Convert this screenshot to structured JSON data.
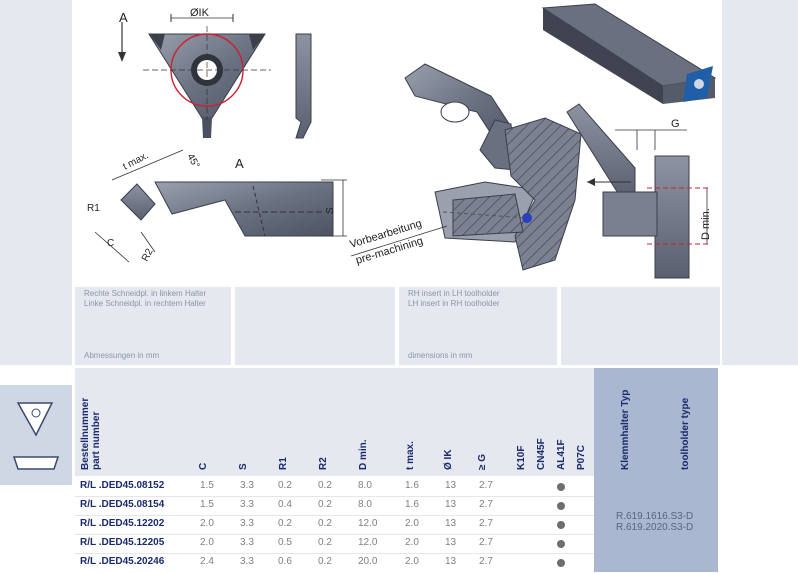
{
  "drawing": {
    "view_label_top": "A",
    "view_label_side": "A",
    "dia_label": "ØIK",
    "t_max": "t max.",
    "angle": "45°",
    "r1": "R1",
    "r2": "R2",
    "c": "C",
    "s": "S",
    "g": "G",
    "d_min": "D min.",
    "pre_de": "Vorbearbeitung",
    "pre_en": "pre-machining"
  },
  "captions": {
    "de_line1": "Rechte Schneidpl. in linkem Halter",
    "de_line2": "Linke Schneidpl. in rechtem Halter",
    "de_dims": "Abmessungen in mm",
    "en_line1": "RH insert in LH toolholder",
    "en_line2": "LH insert in RH toolholder",
    "en_dims": "dimensions in mm"
  },
  "table": {
    "part_de": "Bestellnummer",
    "part_en": "part number",
    "columns": [
      "C",
      "S",
      "R1",
      "R2",
      "D min.",
      "t max.",
      "Ø IK",
      "≥ G"
    ],
    "grades": [
      "K10F",
      "CN45F",
      "AL41F",
      "P07C"
    ],
    "holder_de": "Klemmhalter Typ",
    "holder_en": "toolholder type",
    "rows": [
      {
        "part": "R/L .DED45.08152",
        "C": "1.5",
        "S": "3.3",
        "R1": "0.2",
        "R2": "0.2",
        "D": "8.0",
        "t": "1.6",
        "IK": "13",
        "G": "2.7"
      },
      {
        "part": "R/L .DED45.08154",
        "C": "1.5",
        "S": "3.3",
        "R1": "0.4",
        "R2": "0.2",
        "D": "8.0",
        "t": "1.6",
        "IK": "13",
        "G": "2.7"
      },
      {
        "part": "R/L .DED45.12202",
        "C": "2.0",
        "S": "3.3",
        "R1": "0.2",
        "R2": "0.2",
        "D": "12.0",
        "t": "2.0",
        "IK": "13",
        "G": "2.7"
      },
      {
        "part": "R/L .DED45.12205",
        "C": "2.0",
        "S": "3.3",
        "R1": "0.5",
        "R2": "0.2",
        "D": "12.0",
        "t": "2.0",
        "IK": "13",
        "G": "2.7"
      },
      {
        "part": "R/L .DED45.20246",
        "C": "2.4",
        "S": "3.3",
        "R1": "0.6",
        "R2": "0.2",
        "D": "20.0",
        "t": "2.0",
        "IK": "13",
        "G": "2.7"
      }
    ],
    "holder_types": [
      "R.619.1616.S3-D",
      "R.619.2020.S3-D"
    ]
  }
}
